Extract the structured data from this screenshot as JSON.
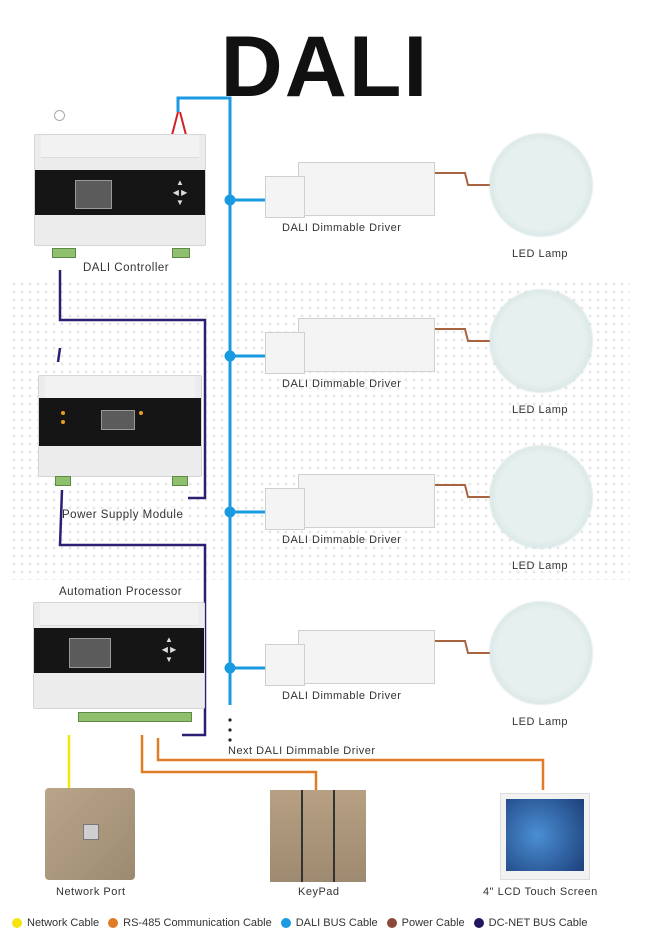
{
  "title": "DALI",
  "devices": {
    "dali_controller": "DALI Controller",
    "power_supply": "Power Supply Module",
    "automation_processor": "Automation Processor",
    "network_port": "Network Port",
    "keypad": "KeyPad",
    "touch_screen": "4\" LCD Touch Screen"
  },
  "drivers": [
    {
      "label": "DALI Dimmable Driver",
      "lamp": "LED Lamp"
    },
    {
      "label": "DALI Dimmable Driver",
      "lamp": "LED Lamp"
    },
    {
      "label": "DALI Dimmable Driver",
      "lamp": "LED Lamp"
    },
    {
      "label": "DALI Dimmable Driver",
      "lamp": "LED Lamp"
    }
  ],
  "next_driver": "Next DALI Dimmable Driver",
  "legend": [
    {
      "label": "Network Cable",
      "color": "#f5e50f"
    },
    {
      "label": "RS-485 Communication Cable",
      "color": "#e07b26"
    },
    {
      "label": "DALI BUS Cable",
      "color": "#1a9ae0"
    },
    {
      "label": "Power Cable",
      "color": "#8a4a3a"
    },
    {
      "label": "DC-NET BUS Cable",
      "color": "#24165e"
    }
  ],
  "colors": {
    "network": "#f5e50f",
    "rs485": "#e07b26",
    "dali_bus": "#1a9ae0",
    "power": "#a8633f",
    "dcnet": "#2b1f73"
  }
}
